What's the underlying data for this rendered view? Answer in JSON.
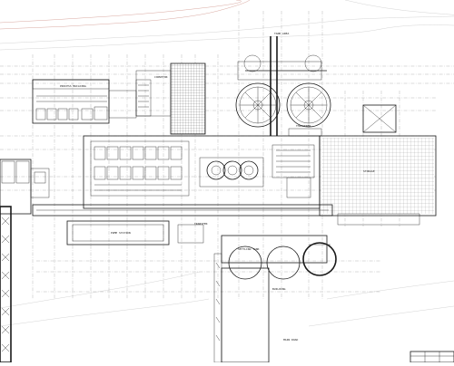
{
  "drawing": {
    "labels": {
      "a": "CONVEYOR",
      "b": "TANK AREA",
      "c": "PROCESS BUILDING",
      "d": "STORAGE",
      "e": "PUMP STATION",
      "f": "TRANSFER",
      "g": "BUILDING",
      "h": "THICKENER",
      "i": "SETTLING TANK",
      "j": "MAIN ROAD"
    },
    "title_block": {
      "label": ""
    }
  },
  "colors": {
    "ink": "#1a1a1a",
    "grid": "#9a9a9a",
    "topo": "#d9a8a0"
  }
}
